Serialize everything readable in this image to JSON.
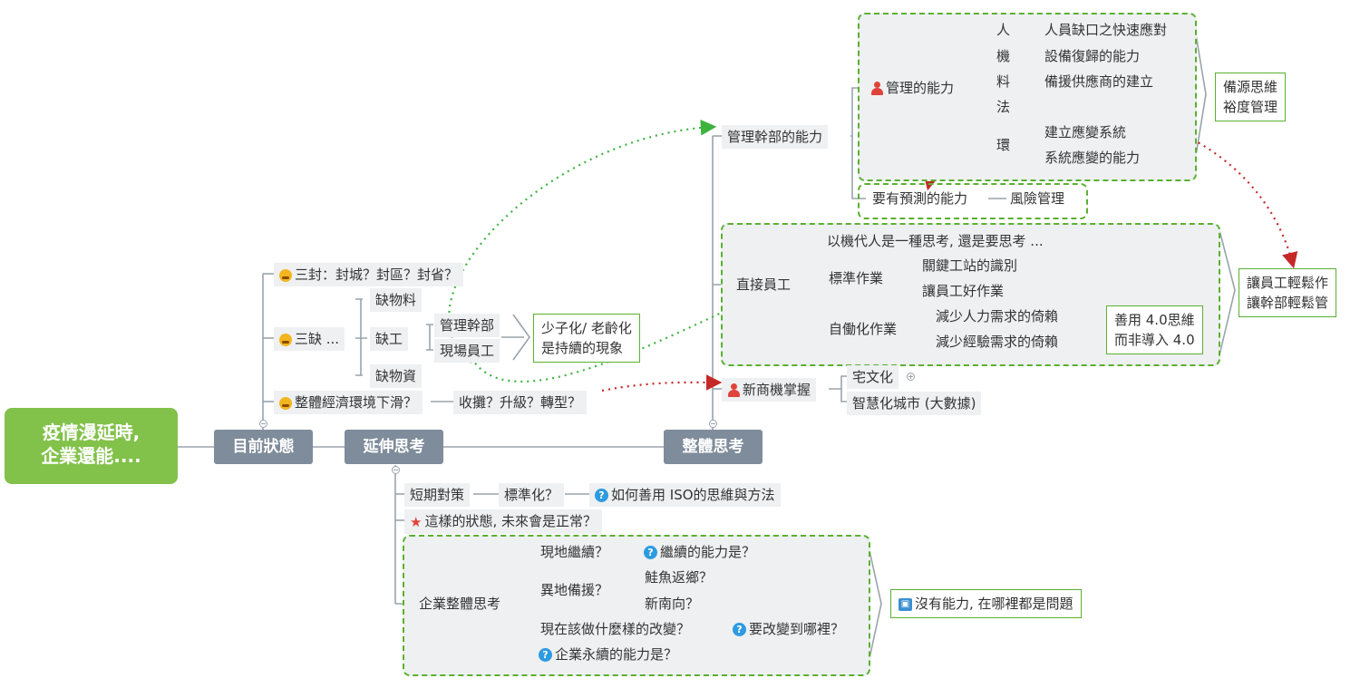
{
  "root": "疫情漫延時,\n企業還能....",
  "categories": {
    "current": "目前狀態",
    "extend": "延伸思考",
    "overall": "整體思考"
  },
  "current": {
    "three_seal": "三封：封城？封區？封省？",
    "three_lack": "三缺 ...",
    "lack_material": "缺物料",
    "lack_labor": "缺工",
    "mgmt_staff": "管理幹部",
    "field_staff": "現場員工",
    "lack_supplies": "缺物資",
    "trend_note": "少子化/ 老齡化\n是持續的現象",
    "economy": "整體經濟環境下滑？",
    "economy_options": "收攤？升級？轉型？"
  },
  "extend": {
    "short_term": "短期對策",
    "standardize": "標準化？",
    "iso": "如何善用 ISO的思維與方法",
    "is_normal": "這樣的狀態, 未來會是正常？",
    "enterprise": "企業整體思考",
    "local_continue": "現地繼續？",
    "continue_ability": "繼續的能力是？",
    "offsite_backup": "異地備援？",
    "salmon": "鮭魚返鄉？",
    "new_south": "新南向？",
    "what_change": "現在該做什麼樣的改變？",
    "change_where": "要改變到哪裡？",
    "sustain": "企業永續的能力是？",
    "no_ability": "沒有能力, 在哪裡都是問題"
  },
  "overall": {
    "mgmt_cadre_ability": "管理幹部的能力",
    "mgmt_ability": "管理的能力",
    "ren": "人",
    "ji": "機",
    "liao": "料",
    "fa": "法",
    "huan": "環",
    "ren_detail": "人員缺口之快速應對",
    "ji_detail": "設備復歸的能力",
    "liao_detail": "備援供應商的建立",
    "huan_detail1": "建立應變系統",
    "huan_detail2": "系統應變的能力",
    "backup_note": "備源思維\n裕度管理",
    "predict": "要有預測的能力",
    "risk": "風險管理",
    "direct_staff": "直接員工",
    "robot": "以機代人是一種思考, 還是要思考 ...",
    "std_work": "標準作業",
    "key_station": "關鍵工站的識別",
    "good_work": "讓員工好作業",
    "auto_work": "自働化作業",
    "reduce_labor": "減少人力需求的倚賴",
    "reduce_exp": "減少經驗需求的倚賴",
    "industry_note": "善用 4.0思維\n而非導入 4.0",
    "easy_note": "讓員工輕鬆作\n讓幹部輕鬆管",
    "new_biz": "新商機掌握",
    "stay_home": "宅文化",
    "smart_city": "智慧化城市 (大數據)"
  },
  "colors": {
    "root": "#82c14a",
    "category": "#7f8c9b",
    "dashed_border": "#5ab030",
    "green_arrow": "#3db33d",
    "red_arrow": "#c62828",
    "connector": "#9aa3ab"
  },
  "icons": {
    "cry": "crying-face-icon",
    "question": "question-icon",
    "star": "star-icon",
    "person": "person-icon",
    "board": "board-icon"
  }
}
